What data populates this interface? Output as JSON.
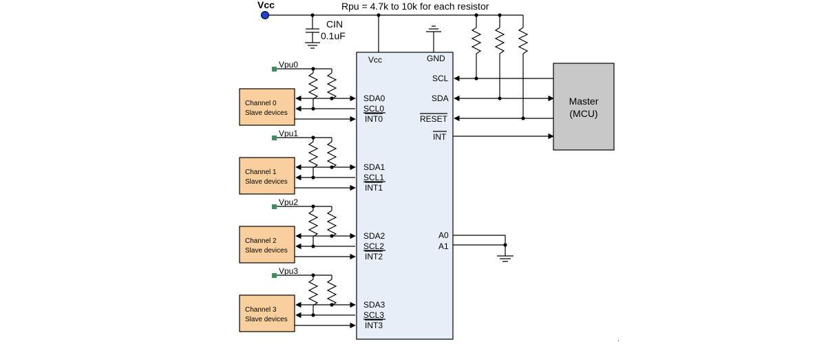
{
  "vcc_label": "Vcc",
  "rpu_note": "Rpu = 4.7k to 10k for each resistor",
  "cin": {
    "name": "CIN",
    "value": "0.1uF"
  },
  "chip": {
    "vcc_pin": "Vcc",
    "gnd_pin": "GND",
    "right_pins": {
      "scl": "SCL",
      "sda": "SDA",
      "reset": "RESET",
      "int": "INT",
      "a0": "A0",
      "a1": "A1"
    }
  },
  "master": {
    "line1": "Master",
    "line2": "(MCU)"
  },
  "channels": [
    {
      "vpu": "Vpu0",
      "title": "Channel 0",
      "subtitle": "Slave devices",
      "sda": "SDA0",
      "scl": "SCL0",
      "int": "INT0"
    },
    {
      "vpu": "Vpu1",
      "title": "Channel 1",
      "subtitle": "Slave devices",
      "sda": "SDA1",
      "scl": "SCL1",
      "int": "INT1"
    },
    {
      "vpu": "Vpu2",
      "title": "Channel 2",
      "subtitle": "Slave devices",
      "sda": "SDA2",
      "scl": "SCL2",
      "int": "INT2"
    },
    {
      "vpu": "Vpu3",
      "title": "Channel 3",
      "subtitle": "Slave devices",
      "sda": "SDA3",
      "scl": "SCL3",
      "int": "INT3"
    }
  ],
  "colors": {
    "chip_fill": "#e8eef7",
    "channel_fill": "#f9cf9d",
    "master_fill": "#c8c8c8",
    "vpu_marker": "#3e8f5e",
    "vcc_dot": "#1f3fd0"
  }
}
